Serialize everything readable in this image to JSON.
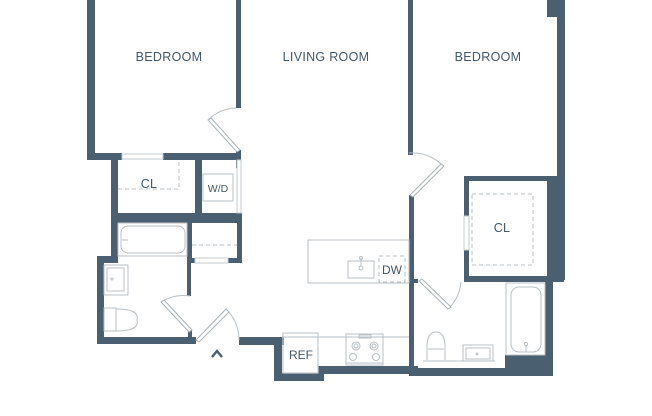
{
  "floorplan": {
    "colors": {
      "wall": "#4a5f70",
      "fixture_line": "#b8c0c6",
      "label": "#44596a",
      "background": "#ffffff"
    },
    "rooms": {
      "bedroom_left": "BEDROOM",
      "living_room": "LIVING ROOM",
      "bedroom_right": "BEDROOM"
    },
    "closets": {
      "left_closet": "CL",
      "right_closet": "CL"
    },
    "appliances": {
      "washer_dryer": "W/D",
      "dishwasher": "DW",
      "refrigerator": "REF"
    },
    "entry_marker": "entry-arrow-icon"
  }
}
